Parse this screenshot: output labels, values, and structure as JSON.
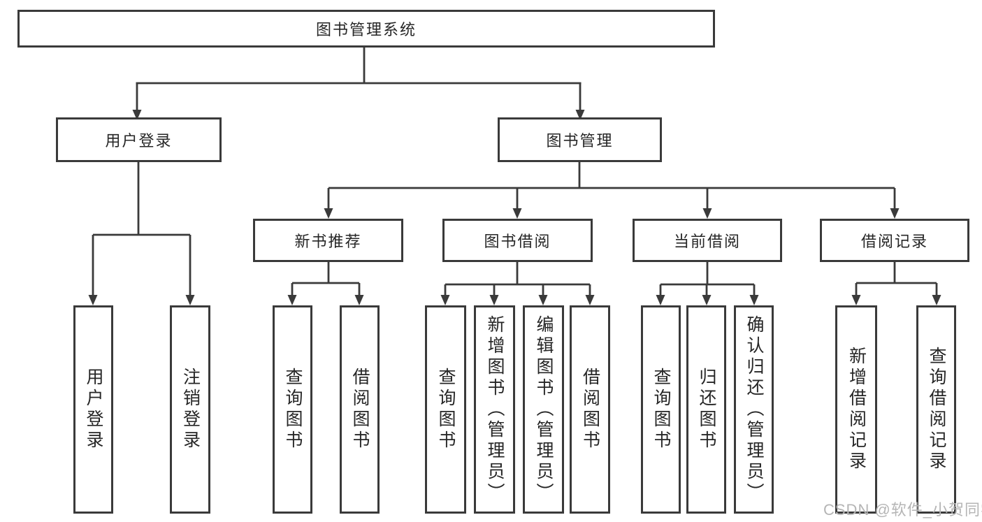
{
  "diagram": {
    "root": {
      "label": "图书管理系统"
    },
    "branches": [
      {
        "label": "用户登录",
        "children": [
          {
            "label": "用户登录"
          },
          {
            "label": "注销登录"
          }
        ]
      },
      {
        "label": "图书管理",
        "groups": [
          {
            "label": "新书推荐",
            "children": [
              {
                "label": "查询图书"
              },
              {
                "label": "借阅图书"
              }
            ]
          },
          {
            "label": "图书借阅",
            "children": [
              {
                "label": "查询图书"
              },
              {
                "label": "新增图书（管理员）"
              },
              {
                "label": "编辑图书（管理员）"
              },
              {
                "label": "借阅图书"
              }
            ]
          },
          {
            "label": "当前借阅",
            "children": [
              {
                "label": "查询图书"
              },
              {
                "label": "归还图书"
              },
              {
                "label": "确认归还（管理员）"
              }
            ]
          },
          {
            "label": "借阅记录",
            "children": [
              {
                "label": "新增借阅记录"
              },
              {
                "label": "查询借阅记录"
              }
            ]
          }
        ]
      }
    ],
    "watermark": "CSDN @软件_小贺同学",
    "colors": {
      "line": "#3a3a3a",
      "box_border": "#3a3a3a",
      "box_bg": "#ffffff",
      "text": "#262626",
      "watermark": "#b5b5b5",
      "background": "#ffffff"
    }
  }
}
